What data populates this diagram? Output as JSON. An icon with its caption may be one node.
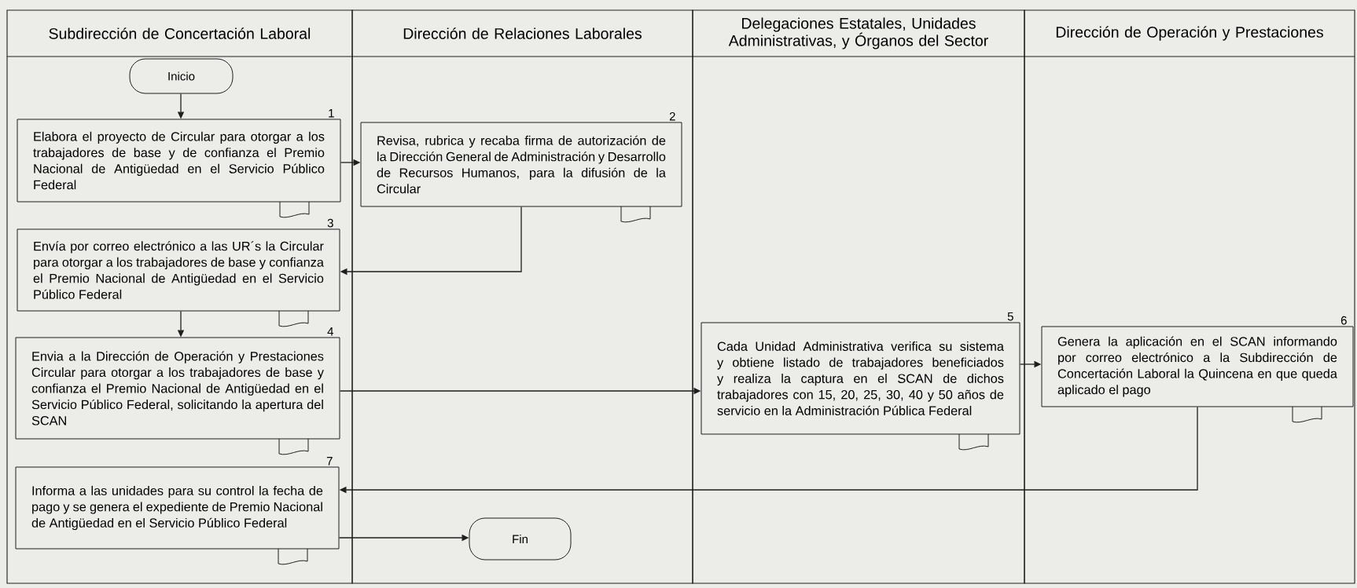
{
  "diagram": {
    "nodes": [
      {
        "text": [
          "Subdirección de Concertación Laboral"
        ]
      },
      {
        "text": [
          "Dirección de Relaciones Laborales"
        ]
      },
      {
        "text": [
          "Delegaciones Estatales, Unidades Administrativas, y Órganos del Sector"
        ]
      },
      {
        "text": [
          "Dirección de Operación y Prestaciones"
        ]
      },
      {
        "text": [
          "Inicio"
        ],
        "in": 0
      },
      {
        "text": [
          "Elabora el proyecto de Circular para otorgar a los trabajadores de base y de confianza el Premio Nacional de Antigüedad en el Servicio Público Federal"
        ],
        "beside": [
          "1"
        ],
        "in": 0
      },
      {
        "text": [
          "Revisa, rubrica y recaba firma de autorización de la Dirección General de Administración y Desarrollo de Recursos Humanos, para la difusión de la Circular"
        ],
        "beside": [
          "2"
        ],
        "in": 1
      },
      {
        "text": [
          "Envía por correo electrónico a las UR´s la Circular para otorgar a los trabajadores de base y confianza el Premio Nacional de Antigüedad en el Servicio Público Federal"
        ],
        "beside": [
          "3"
        ],
        "in": 0
      },
      {
        "text": [
          "Envia a la Dirección de Operación y Prestaciones Circular para otorgar a los trabajadores de base y confianza el Premio Nacional de Antigüedad en el Servicio Público Federal, solicitando la apertura del SCAN"
        ],
        "beside": [
          "4"
        ],
        "in": 0
      },
      {
        "text": [
          "Cada Unidad Administrativa verifica su sistema y obtiene listado de trabajadores beneficiados y realiza la captura en el SCAN de dichos trabajadores con 15, 20, 25, 30, 40 y 50 años de servicio en la Administración Pública Federal"
        ],
        "beside": [
          "5"
        ],
        "in": 2
      },
      {
        "text": [
          "Genera la aplicación en el SCAN informando por correo electrónico a la Subdirección de Concertación Laboral la Quincena en que queda aplicado el pago"
        ],
        "beside": [
          "6"
        ],
        "in": 3
      },
      {
        "text": [
          "Informa a las unidades para su control la fecha de pago y se genera el expediente de Premio Nacional de Antigüedad en el Servicio Público Federal"
        ],
        "beside": [
          "7"
        ],
        "in": 0
      },
      {
        "text": [
          "Fin"
        ],
        "in": 1
      }
    ],
    "edges": [
      {
        "from": 4,
        "to": 5,
        "arrow": "to"
      },
      {
        "from": 5,
        "to": 6,
        "arrow": "to"
      },
      {
        "from": 6,
        "to": 7,
        "arrow": "to"
      },
      {
        "from": 7,
        "to": 8,
        "arrow": "to"
      },
      {
        "from": 8,
        "to": 9,
        "arrow": "to"
      },
      {
        "from": 9,
        "to": 10,
        "arrow": "to"
      },
      {
        "from": 10,
        "to": 11,
        "arrow": "to"
      },
      {
        "from": 11,
        "to": 12,
        "arrow": "to"
      }
    ]
  }
}
